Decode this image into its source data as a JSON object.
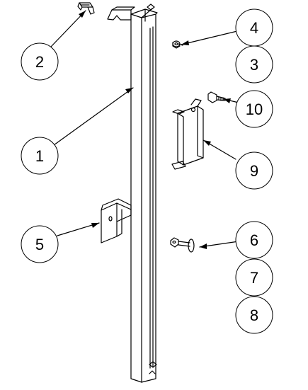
{
  "callouts": [
    {
      "id": "c1",
      "label": "1"
    },
    {
      "id": "c2",
      "label": "2"
    },
    {
      "id": "c3",
      "label": "3"
    },
    {
      "id": "c4",
      "label": "4"
    },
    {
      "id": "c5",
      "label": "5"
    },
    {
      "id": "c6",
      "label": "6"
    },
    {
      "id": "c7",
      "label": "7"
    },
    {
      "id": "c8",
      "label": "8"
    },
    {
      "id": "c9",
      "label": "9"
    },
    {
      "id": "c10",
      "label": "10"
    }
  ],
  "colors": {
    "line": "#000000",
    "background": "#ffffff"
  }
}
